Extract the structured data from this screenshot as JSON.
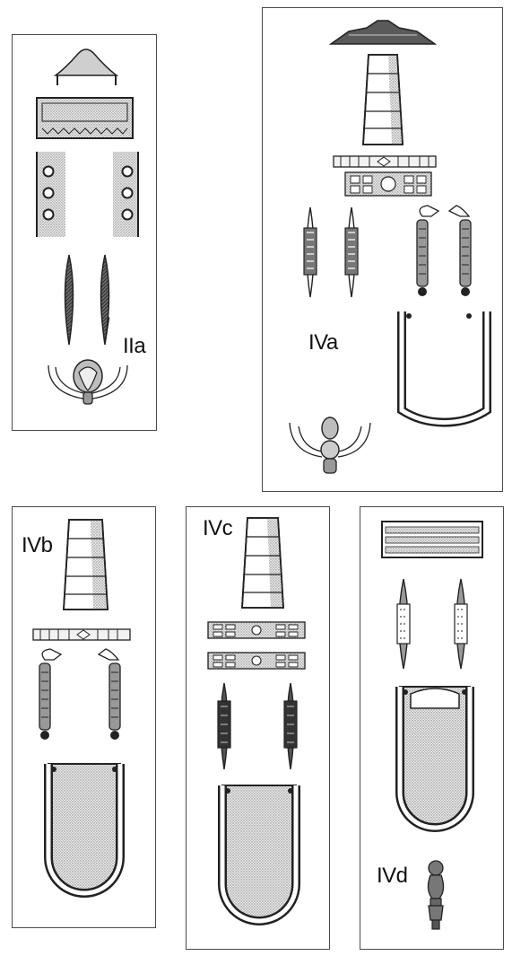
{
  "panels": [
    {
      "id": "IIa",
      "label": "IIa"
    },
    {
      "id": "IVa",
      "label": "IVa"
    },
    {
      "id": "IVb",
      "label": "IVb"
    },
    {
      "id": "IVc",
      "label": "IVc"
    },
    {
      "id": "IVd",
      "label": "IVd"
    }
  ],
  "colors": {
    "ink": "#222222",
    "stipple": "#bdbdbd",
    "dark_fill": "#555555",
    "panel_border": "#4a4a4a"
  }
}
